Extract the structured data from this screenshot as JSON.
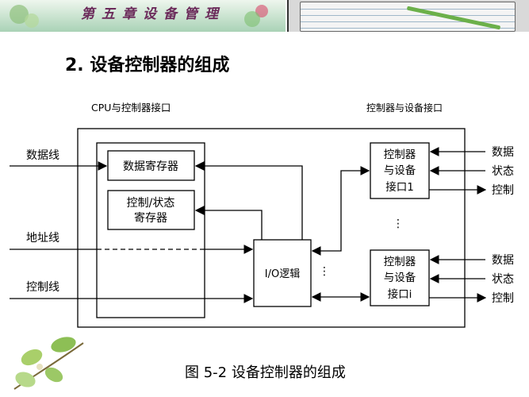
{
  "banner": {
    "title": "第五章设备管理"
  },
  "heading": "2. 设备控制器的组成",
  "diagram": {
    "left_interface_label": "CPU与控制器接口",
    "right_interface_label": "控制器与设备接口",
    "data_register": "数据寄存器",
    "status_register_line1": "控制/状态",
    "status_register_line2": "寄存器",
    "io_logic": "I/O逻辑",
    "bus_data": "数据线",
    "bus_address": "地址线",
    "bus_control": "控制线",
    "controller1": [
      "控制器",
      "与设备",
      "接口1"
    ],
    "controlleri": [
      "控制器",
      "与设备",
      "接口i"
    ],
    "dev_signals": [
      "数据",
      "状态",
      "控制"
    ],
    "vertical_ellipsis": "⋮"
  },
  "caption": "图 5-2 设备控制器的组成"
}
